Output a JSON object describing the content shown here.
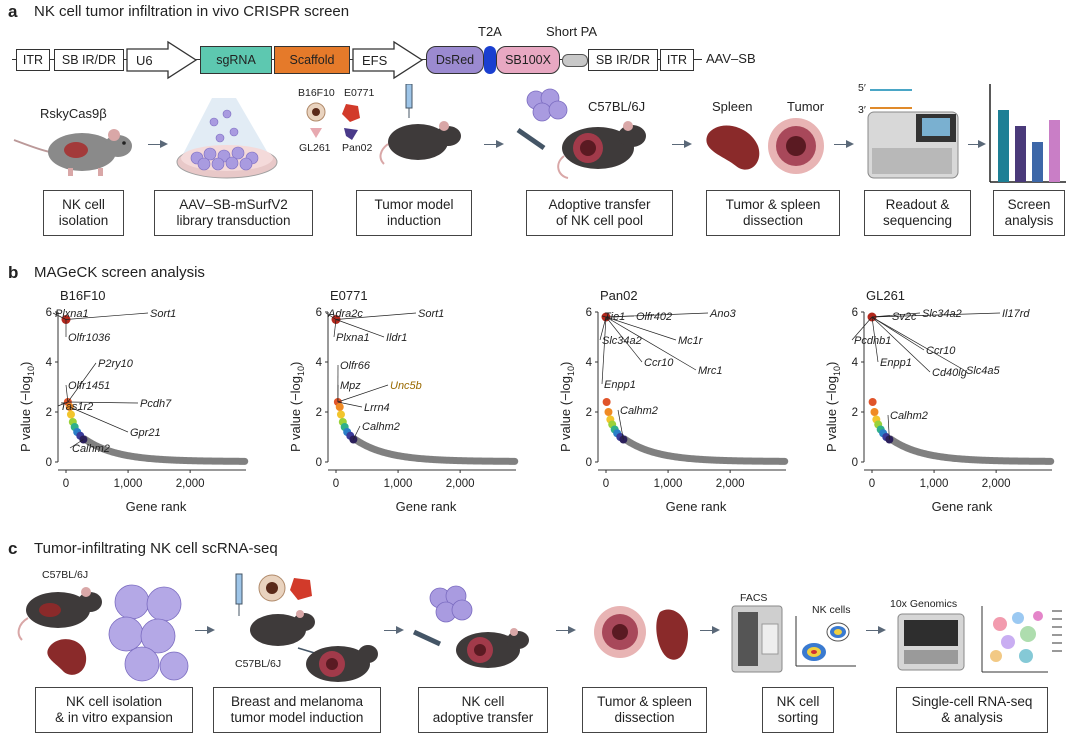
{
  "panel_a": {
    "letter": "a",
    "title": "NK cell tumor infiltration in vivo CRISPR screen",
    "construct": [
      "ITR",
      "SB  IR/DR",
      "U6",
      "sgRNA",
      "Scaffold",
      "EFS",
      "DsRed",
      "T2A",
      "SB100X",
      "Short PA",
      "SB  IR/DR",
      "ITR"
    ],
    "construct_end": "AAV–SB",
    "mouse_strain": "RskyCas9β",
    "cell_lines": [
      "B16F10",
      "E0771",
      "GL261",
      "Pan02"
    ],
    "host_strain": "C57BL/6J",
    "organ_labels": [
      "Spleen",
      "Tumor"
    ],
    "seq_ends": [
      "5′",
      "3′"
    ],
    "steps": [
      [
        "NK cell",
        "isolation"
      ],
      [
        "AAV–SB-mSurfV2",
        "library transduction"
      ],
      [
        "Tumor model",
        "induction"
      ],
      [
        "Adoptive transfer",
        "of NK cell pool"
      ],
      [
        "Tumor & spleen",
        "dissection"
      ],
      [
        "Readout &",
        "sequencing"
      ],
      [
        "Screen",
        "analysis"
      ]
    ],
    "bar_colors": [
      "#1d7f95",
      "#4a3a7a",
      "#3d67a8",
      "#c97ec6"
    ]
  },
  "panel_b": {
    "letter": "b",
    "title": "MAGeCK screen analysis",
    "ylabel_main": "P value (−log",
    "ylabel_sub": "10",
    "ylabel_end": ")",
    "xlabel": "Gene rank",
    "point_color": "#808080",
    "label_color_2": "#9a6a00"
  },
  "panel_c": {
    "letter": "c",
    "title": "Tumor-infiltrating NK cell scRNA-seq",
    "strain_labels": [
      "C57BL/6J",
      "C57BL/6J"
    ],
    "facs": "FACS",
    "nk_cells": "NK cells",
    "genomics": "10x Genomics",
    "steps": [
      [
        "NK cell isolation",
        "& in vitro expansion"
      ],
      [
        "Breast and melanoma",
        "tumor model induction"
      ],
      [
        "NK cell",
        "adoptive transfer"
      ],
      [
        "Tumor & spleen",
        "dissection"
      ],
      [
        "NK cell",
        "sorting"
      ],
      [
        "Single-cell RNA-seq",
        "& analysis"
      ]
    ]
  },
  "chart_data": [
    {
      "type": "scatter",
      "title": "B16F10",
      "xlabel": "Gene rank",
      "ylabel": "P value (−log10)",
      "xlim": [
        0,
        2900
      ],
      "ylim": [
        0,
        6
      ],
      "xticks": [
        "0",
        "1,000",
        "2,000"
      ],
      "yticks": [
        "0",
        "2",
        "4",
        "6"
      ],
      "top_points": [
        [
          0,
          5.7
        ],
        [
          30,
          2.4
        ],
        [
          60,
          2.2
        ],
        [
          80,
          1.9
        ],
        [
          110,
          1.6
        ],
        [
          140,
          1.4
        ],
        [
          180,
          1.2
        ],
        [
          230,
          1.05
        ],
        [
          280,
          0.9
        ]
      ],
      "labels": [
        {
          "text": "Plxna1",
          "x": 0,
          "y": 5.7
        },
        {
          "text": "Sort1",
          "x": 0,
          "y": 5.7
        },
        {
          "text": "Olfr1036",
          "x": 0,
          "y": 5.7
        },
        {
          "text": "P2ry10",
          "x": 30,
          "y": 2.4
        },
        {
          "text": "Olfr1451",
          "x": 30,
          "y": 2.4
        },
        {
          "text": "Pcdh7",
          "x": 30,
          "y": 2.4
        },
        {
          "text": "Tas1r2",
          "x": 30,
          "y": 2.4
        },
        {
          "text": "Gpr21",
          "x": 60,
          "y": 2.2
        },
        {
          "text": "Calhm2",
          "x": 280,
          "y": 0.9
        }
      ]
    },
    {
      "type": "scatter",
      "title": "E0771",
      "xlabel": "Gene rank",
      "ylabel": "P value (−log10)",
      "xlim": [
        0,
        2900
      ],
      "ylim": [
        0,
        6
      ],
      "xticks": [
        "0",
        "1,000",
        "2,000"
      ],
      "yticks": [
        "0",
        "2",
        "4",
        "6"
      ],
      "top_points": [
        [
          0,
          5.7
        ],
        [
          30,
          2.4
        ],
        [
          60,
          2.2
        ],
        [
          80,
          1.9
        ],
        [
          110,
          1.6
        ],
        [
          140,
          1.4
        ],
        [
          180,
          1.2
        ],
        [
          230,
          1.05
        ],
        [
          280,
          0.9
        ]
      ],
      "labels": [
        {
          "text": "Adra2c",
          "x": 0,
          "y": 5.7
        },
        {
          "text": "Sort1",
          "x": 0,
          "y": 5.7
        },
        {
          "text": "Plxna1",
          "x": 0,
          "y": 5.7
        },
        {
          "text": "Ildr1",
          "x": 0,
          "y": 5.7
        },
        {
          "text": "Olfr66",
          "x": 30,
          "y": 2.4
        },
        {
          "text": "Mpz",
          "x": 30,
          "y": 2.4
        },
        {
          "text": "Unc5b",
          "x": 30,
          "y": 2.4
        },
        {
          "text": "Lrrn4",
          "x": 30,
          "y": 2.4
        },
        {
          "text": "Calhm2",
          "x": 280,
          "y": 0.9
        }
      ]
    },
    {
      "type": "scatter",
      "title": "Pan02",
      "xlabel": "Gene rank",
      "ylabel": "P value (−log10)",
      "xlim": [
        0,
        2900
      ],
      "ylim": [
        0,
        6
      ],
      "xticks": [
        "0",
        "1,000",
        "2,000"
      ],
      "yticks": [
        "0",
        "2",
        "4",
        "6"
      ],
      "top_points": [
        [
          0,
          5.8
        ],
        [
          10,
          2.4
        ],
        [
          40,
          2.0
        ],
        [
          70,
          1.7
        ],
        [
          100,
          1.5
        ],
        [
          140,
          1.3
        ],
        [
          180,
          1.15
        ],
        [
          230,
          1.0
        ],
        [
          280,
          0.9
        ]
      ],
      "labels": [
        {
          "text": "Tie1",
          "x": 0,
          "y": 5.8
        },
        {
          "text": "Olfr402",
          "x": 0,
          "y": 5.8
        },
        {
          "text": "Ano3",
          "x": 0,
          "y": 5.8
        },
        {
          "text": "Slc34a2",
          "x": 0,
          "y": 5.8
        },
        {
          "text": "Mc1r",
          "x": 0,
          "y": 5.8
        },
        {
          "text": "Ccr10",
          "x": 0,
          "y": 5.8
        },
        {
          "text": "Mrc1",
          "x": 0,
          "y": 5.8
        },
        {
          "text": "Enpp1",
          "x": 0,
          "y": 5.8
        },
        {
          "text": "Calhm2",
          "x": 280,
          "y": 0.9
        }
      ]
    },
    {
      "type": "scatter",
      "title": "GL261",
      "xlabel": "Gene rank",
      "ylabel": "P value (−log10)",
      "xlim": [
        0,
        2900
      ],
      "ylim": [
        0,
        6
      ],
      "xticks": [
        "0",
        "1,000",
        "2,000"
      ],
      "yticks": [
        "0",
        "2",
        "4",
        "6"
      ],
      "top_points": [
        [
          0,
          5.8
        ],
        [
          10,
          2.4
        ],
        [
          40,
          2.0
        ],
        [
          70,
          1.7
        ],
        [
          100,
          1.5
        ],
        [
          140,
          1.3
        ],
        [
          180,
          1.15
        ],
        [
          230,
          1.0
        ],
        [
          280,
          0.9
        ]
      ],
      "labels": [
        {
          "text": "Sv2c",
          "x": 0,
          "y": 5.8
        },
        {
          "text": "Slc34a2",
          "x": 0,
          "y": 5.8
        },
        {
          "text": "Il17rd",
          "x": 0,
          "y": 5.8
        },
        {
          "text": "Pcdhb1",
          "x": 0,
          "y": 5.8
        },
        {
          "text": "Enpp1",
          "x": 0,
          "y": 5.8
        },
        {
          "text": "Ccr10",
          "x": 0,
          "y": 5.8
        },
        {
          "text": "Slc4a5",
          "x": 0,
          "y": 5.8
        },
        {
          "text": "Cd40lg",
          "x": 0,
          "y": 5.8
        },
        {
          "text": "Calhm2",
          "x": 280,
          "y": 0.9
        }
      ]
    }
  ]
}
